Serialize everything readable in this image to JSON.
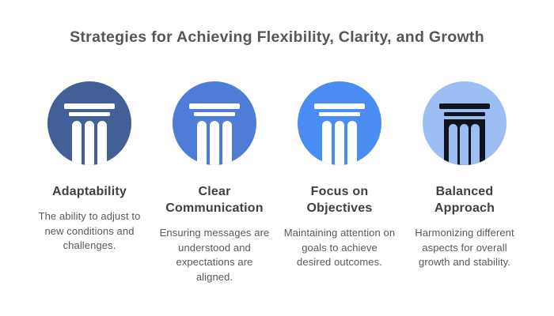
{
  "title": "Strategies for Achieving Flexibility, Clarity, and Growth",
  "colors": {
    "background": "#FFFFFF",
    "title_text": "#55565A",
    "heading_text": "#3F4040",
    "body_text": "#58595B",
    "icon_light": "#FFFFFF",
    "icon_dark": "#10141C"
  },
  "cards": [
    {
      "icon": "pillar-icon",
      "circle_color": "#425F98",
      "heading": "Adaptability",
      "description": "The ability to adjust to new conditions and challenges."
    },
    {
      "icon": "pillar-icon",
      "circle_color": "#4E7CD6",
      "heading": "Clear Communication",
      "description": "Ensuring messages are understood and expectations are aligned."
    },
    {
      "icon": "pillar-icon",
      "circle_color": "#4A8CF2",
      "heading": "Focus on Objectives",
      "description": "Maintaining attention on goals to achieve desired outcomes."
    },
    {
      "icon": "pillar-icon-inverse",
      "circle_color": "#9DBEF4",
      "heading": "Balanced Approach",
      "description": "Harmonizing different aspects for overall growth and stability."
    }
  ]
}
